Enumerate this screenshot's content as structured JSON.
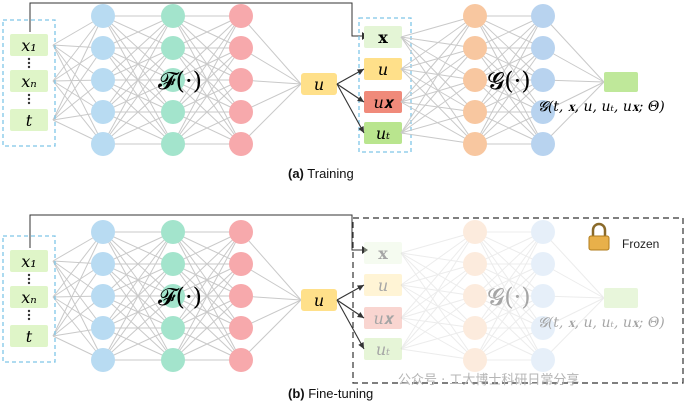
{
  "panels": {
    "training": {
      "caption_tag": "(a)",
      "caption_text": "Training",
      "inputs": [
        "x₁",
        "xₙ",
        "t"
      ],
      "network_f_label": "𝓕(·)",
      "output_u": "u",
      "features": [
        "𝐱",
        "u",
        "u𝐱",
        "uₜ"
      ],
      "network_g_label": "𝓖(·)",
      "g_output": "𝓖(t, 𝐱, u, uₜ, u𝐱; Θ)"
    },
    "finetuning": {
      "caption_tag": "(b)",
      "caption_text": "Fine-tuning",
      "inputs": [
        "x₁",
        "xₙ",
        "t"
      ],
      "network_f_label": "𝓕(·)",
      "output_u": "u",
      "features": [
        "𝐱",
        "u",
        "u𝐱",
        "uₜ"
      ],
      "network_g_label": "𝓖(·)",
      "g_output": "𝓖(t, 𝐱, u, uₜ, u𝐱; Θ)",
      "frozen_label": "Frozen"
    }
  },
  "watermark": "公众号 · 工大博士科研日常分享",
  "colors": {
    "input_fill": "#dff5c8",
    "layer1": "#b8dbf2",
    "layer2": "#a3e4cc",
    "layer3": "#f7a9ac",
    "u_fill": "#ffe08a",
    "ux_fill": "#f08a7a",
    "ut_fill": "#b9e58e",
    "x_fill": "#e4f5d6",
    "g_layer1": "#f8c7a0",
    "g_layer2": "#b8d3ef",
    "g_out": "#bfe89a",
    "dash_blue": "#7fc5e8",
    "line": "#c9c9c9"
  }
}
